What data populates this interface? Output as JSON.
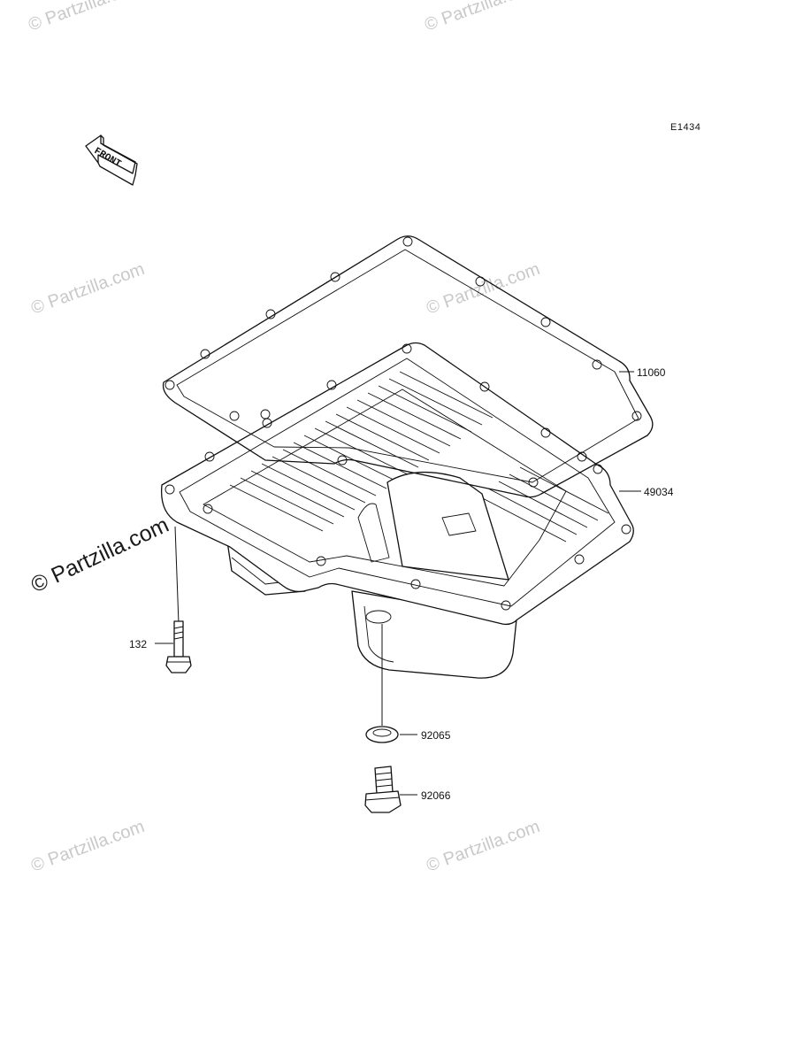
{
  "diagram": {
    "code": "E1434",
    "front_arrow_text": "FRONT",
    "parts": [
      {
        "number": "11060",
        "label": "11060"
      },
      {
        "number": "49034",
        "label": "49034"
      },
      {
        "number": "132",
        "label": "132"
      },
      {
        "number": "92065",
        "label": "92065"
      },
      {
        "number": "92066",
        "label": "92066"
      }
    ]
  },
  "watermark": {
    "text": "© Partzilla.com",
    "color": "#c9c9c9",
    "prominent_color": "#1a1a1a"
  }
}
